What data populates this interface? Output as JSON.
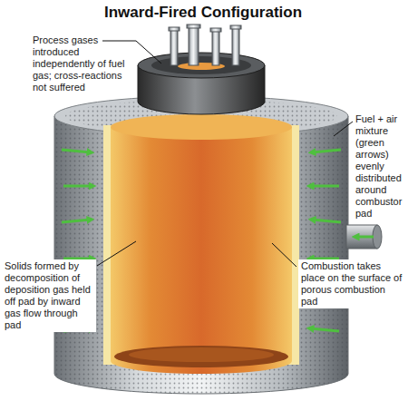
{
  "diagram": {
    "title": "Inward-Fired Configuration",
    "labels": [
      "Process gases introduced independently of fuel gas; cross-reactions not suffered",
      "Fuel + air mixture (green arrows) evenly distributed around combustor pad",
      "Solids formed by decomposition of deposition gas held off pad by inward gas flow through pad",
      "Combustion takes place on the surface of porous combustion pad"
    ]
  }
}
